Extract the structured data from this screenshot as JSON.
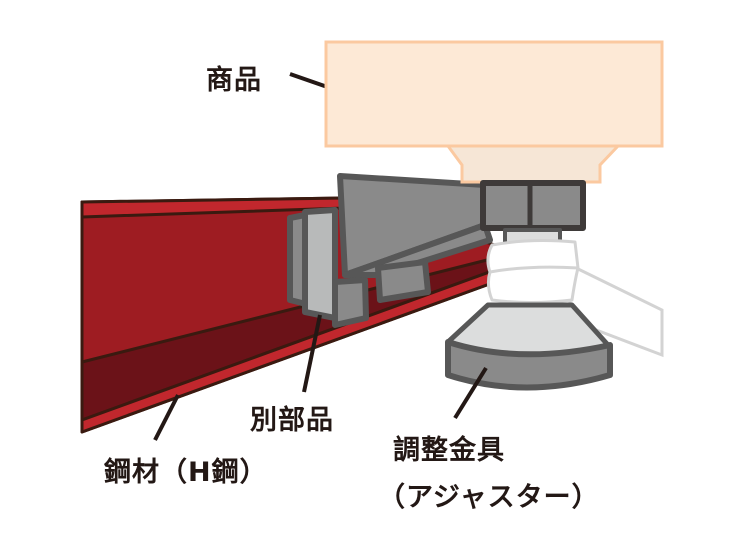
{
  "labels": {
    "product": "商品",
    "other_part": "別部品",
    "steel": "鋼材（H鋼）",
    "adjuster_line1": "調整金具",
    "adjuster_line2": "（アジャスター）"
  },
  "colors": {
    "product_fill": "#fde9d6",
    "product_stroke": "#fbc9a0",
    "beam_red": "#9e1c22",
    "beam_light": "#c1272d",
    "beam_dark": "#6b1218",
    "beam_outline": "#3a1a10",
    "gray": "#8a8a8a",
    "gray_outline": "#575757",
    "light_gray": "#dcdddd"
  }
}
